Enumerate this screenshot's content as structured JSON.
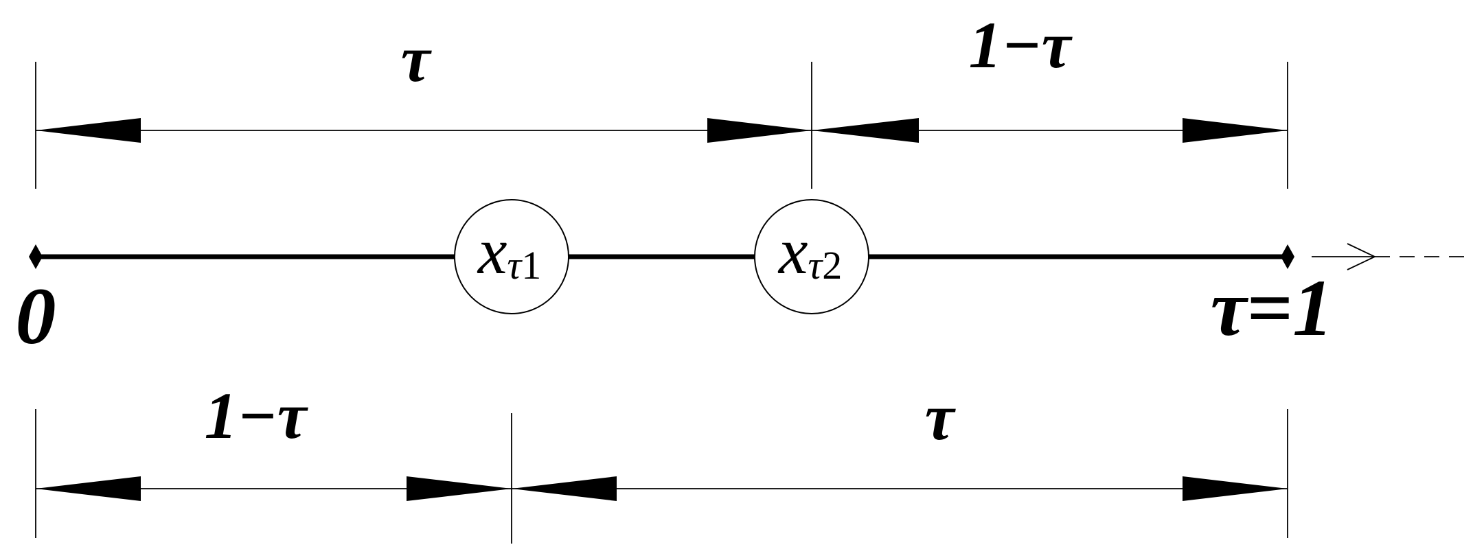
{
  "top_dimensions": [
    {
      "label": "τ"
    },
    {
      "label": "1−τ"
    }
  ],
  "bottom_dimensions": [
    {
      "label": "1−τ"
    },
    {
      "label": "τ"
    }
  ],
  "axis": {
    "start_label": "0",
    "end_label": "τ=1"
  },
  "nodes": [
    {
      "symbol": "x",
      "subscript_var": "τ",
      "subscript_index": "1"
    },
    {
      "symbol": "x",
      "subscript_var": "τ",
      "subscript_index": "2"
    }
  ]
}
